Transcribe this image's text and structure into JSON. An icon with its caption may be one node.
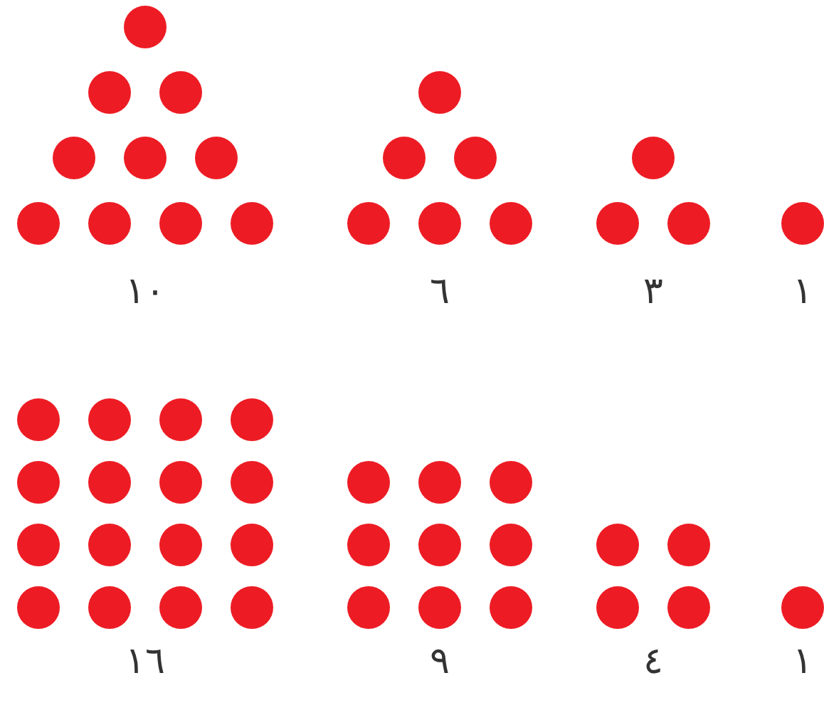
{
  "diagram": {
    "labels": [
      "١",
      "٣",
      "٦",
      "١٠",
      "١",
      "٤",
      "٩",
      "١٦"
    ]
  }
}
